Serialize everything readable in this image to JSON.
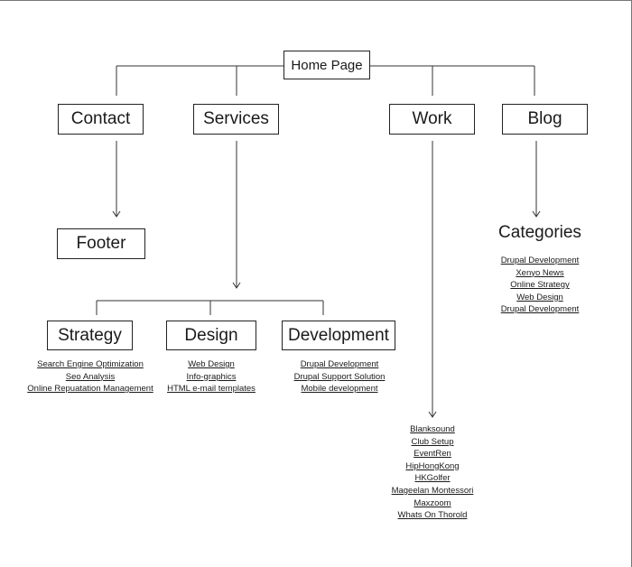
{
  "home": {
    "label": "Home Page"
  },
  "top_nodes": {
    "contact": "Contact",
    "services": "Services",
    "work": "Work",
    "blog": "Blog"
  },
  "footer": {
    "label": "Footer"
  },
  "blog_categories": {
    "heading": "Categories",
    "items": [
      "Drupal Development",
      "Xenyo News",
      "Online Strategy",
      "Web Design",
      "Drupal Development"
    ]
  },
  "services_children": {
    "strategy": {
      "label": "Strategy",
      "links": [
        "Search Engine Optimization",
        "Seo Analysis",
        "Online Repuatation Management"
      ]
    },
    "design": {
      "label": "Design",
      "links": [
        "Web Design",
        "Info-graphics",
        "HTML e-mail templates"
      ]
    },
    "development": {
      "label": "Development",
      "links": [
        "Drupal Development",
        "Drupal Support Solution",
        "Mobile development"
      ]
    }
  },
  "work_items": [
    "Blanksound",
    "Club Setup",
    "EventRen",
    "HipHongKong",
    "HKGolfer",
    "Mageelan Montessori",
    "Maxzoom",
    "Whats On Thorold"
  ]
}
